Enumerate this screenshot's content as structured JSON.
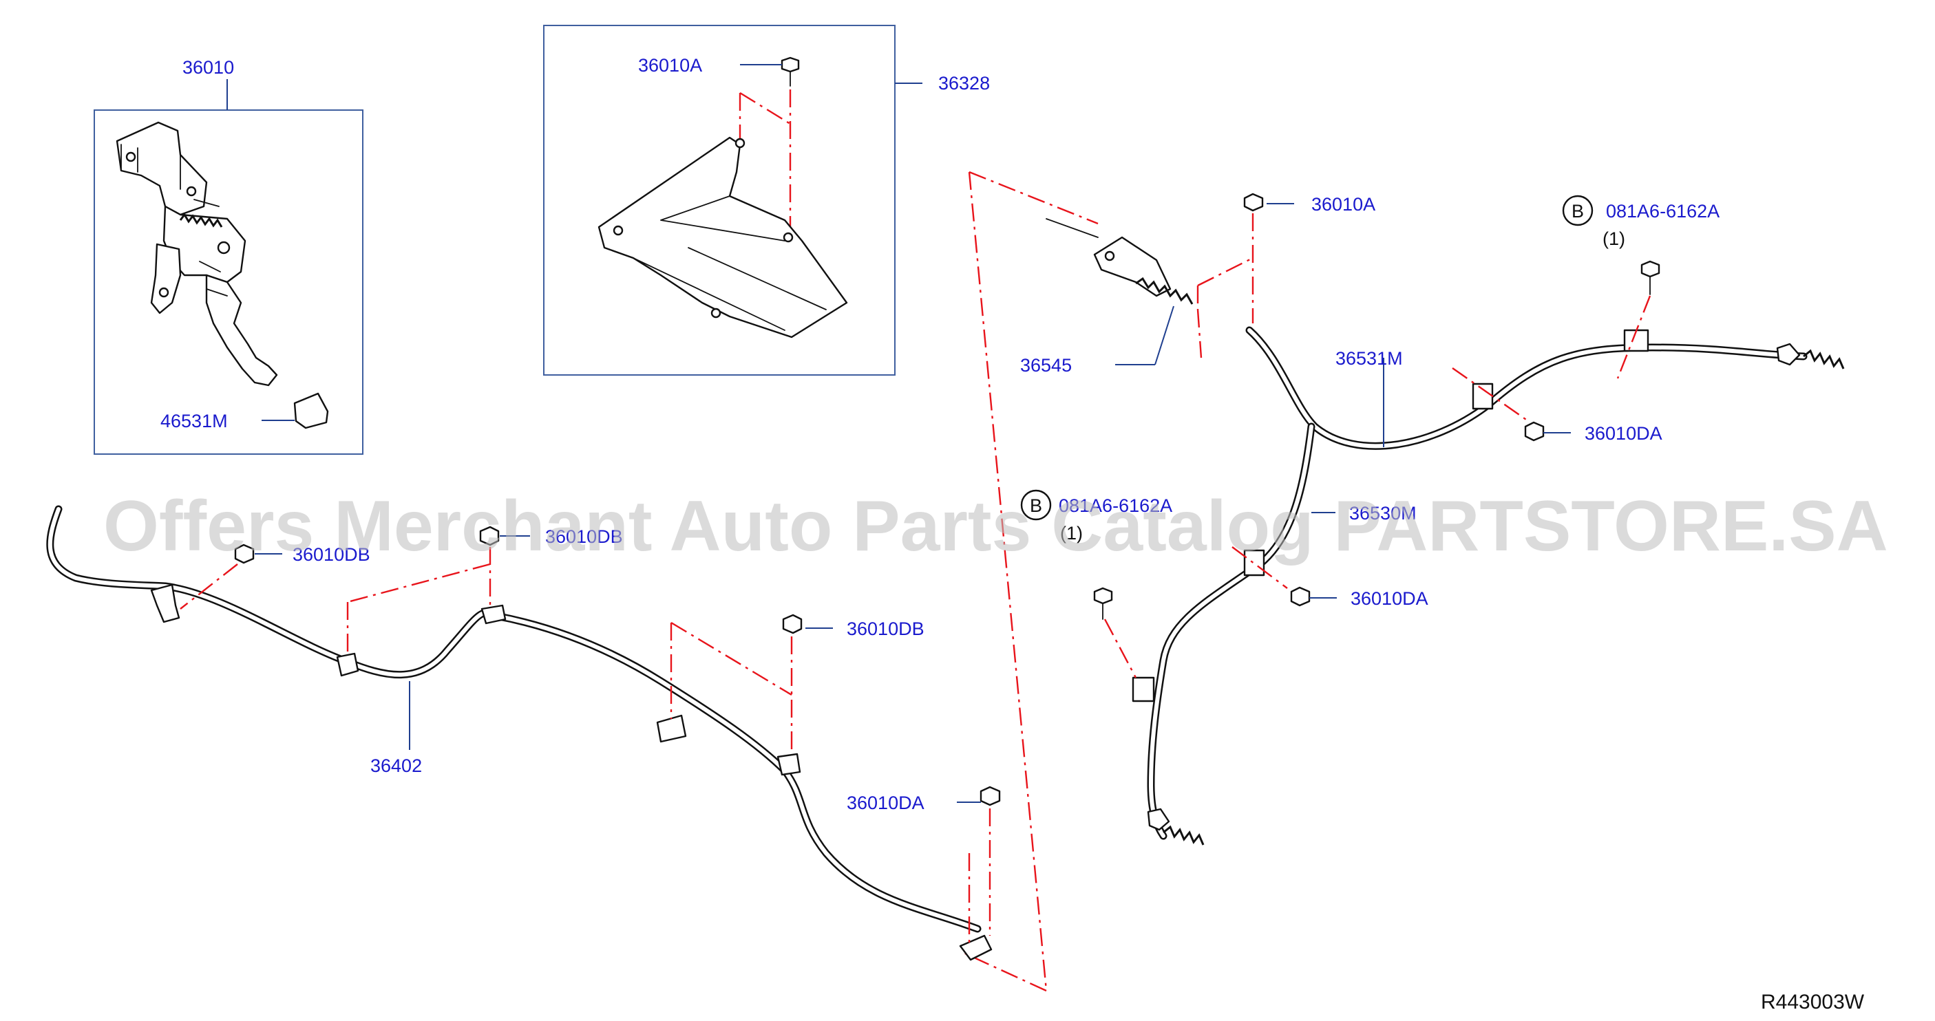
{
  "diagram": {
    "code": "R443003W",
    "watermark": "Offers Merchant Auto Parts Catalog PARTSTORE.SA",
    "callouts": {
      "c36010": "36010",
      "c46531m": "46531M",
      "c36010a_top": "36010A",
      "c36328": "36328",
      "c36010a_right": "36010A",
      "c36545": "36545",
      "c36531m": "36531M",
      "c36010da_r1": "36010DA",
      "c36530m": "36530M",
      "c36010da_r2": "36010DA",
      "c36010db_1": "36010DB",
      "c36010db_2": "36010DB",
      "c36010db_3": "36010DB",
      "c36402": "36402",
      "c36010da_bottom": "36010DA",
      "bolt_1": "081A6-6162A",
      "bolt_1_qty": "(1)",
      "bolt_2": "081A6-6162A",
      "bolt_2_qty": "(1)",
      "ref_b_1": "B",
      "ref_b_2": "B"
    }
  }
}
